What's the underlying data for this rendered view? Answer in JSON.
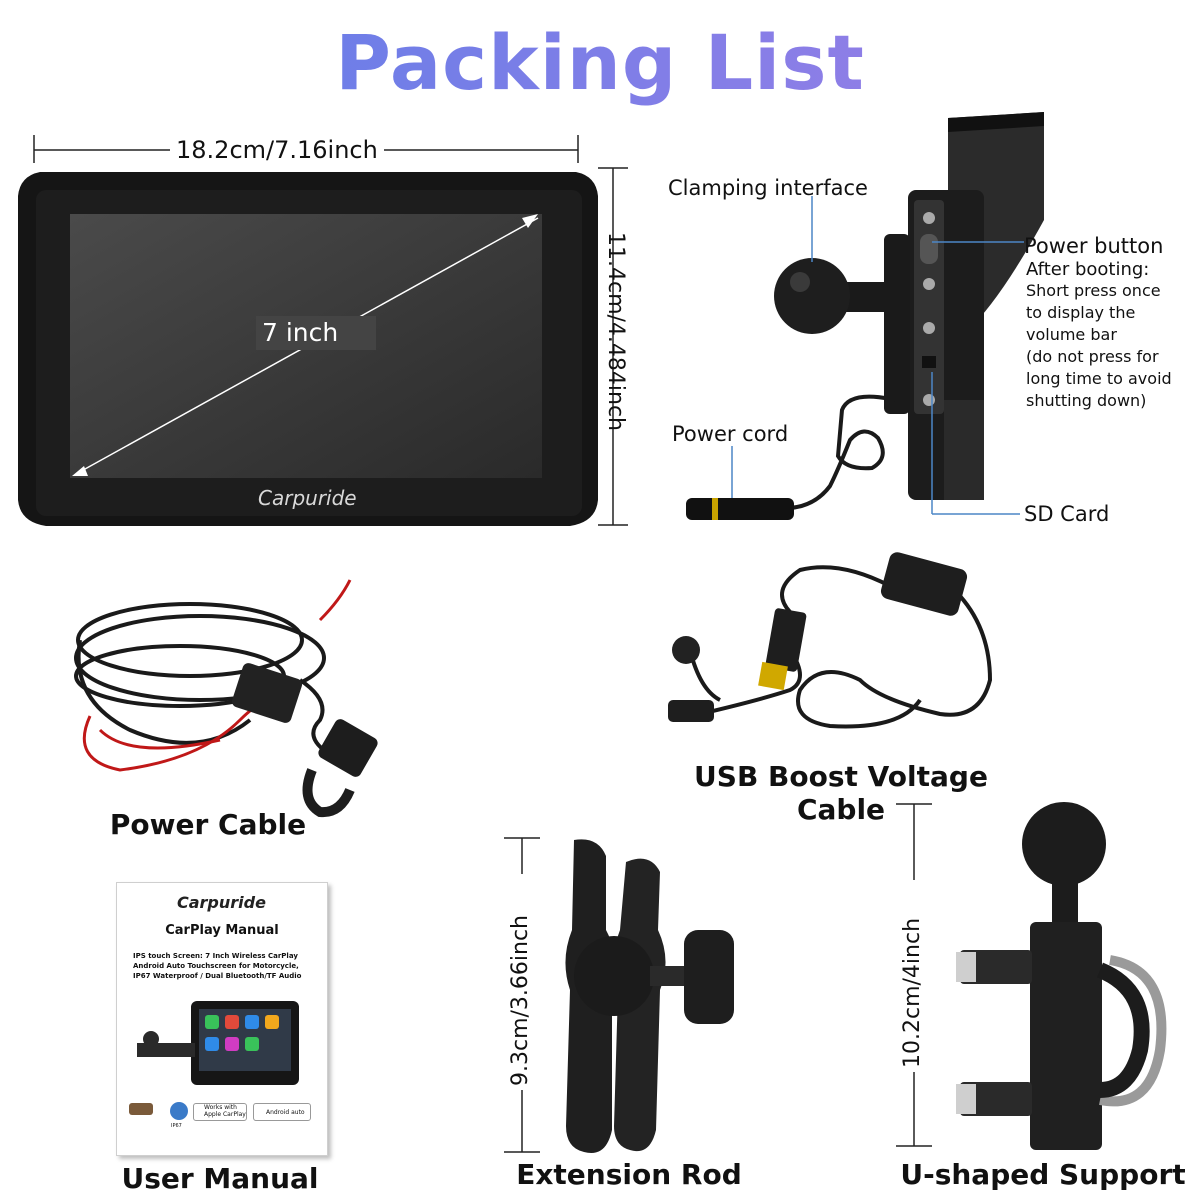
{
  "title": "Packing List",
  "screen": {
    "width_label": "18.2cm/7.16inch",
    "height_label": "11.4cm/4.484inch",
    "diagonal_label": "7 inch",
    "brand": "Carpuride"
  },
  "side_view": {
    "clamping_interface": "Clamping interface",
    "power_button": "Power button",
    "after_booting": "After booting:",
    "power_notes": [
      "Short press once",
      "to display the",
      "volume bar",
      "(do not press for",
      "long time to avoid",
      "shutting down)"
    ],
    "power_cord": "Power cord",
    "sd_card": "SD Card"
  },
  "items": {
    "power_cable": "Power Cable",
    "usb_cable": "USB Boost Voltage Cable",
    "user_manual": "User Manual",
    "extension_rod": "Extension Rod",
    "u_support": "U-shaped Support"
  },
  "manual": {
    "brand": "Carpuride",
    "heading": "CarPlay Manual",
    "desc": [
      "IPS touch Screen: 7 Inch Wireless CarPlay",
      "Android Auto Touchscreen for Motorcycle,",
      "IP67  Waterproof / Dual Bluetooth/TF Audio"
    ],
    "badge_ip": "IP67",
    "badge_carplay_top": "Works with",
    "badge_carplay": "Apple CarPlay",
    "badge_android": "Android auto"
  },
  "dimensions": {
    "rod": "9.3cm/3.66inch",
    "support": "10.2cm/4inch"
  }
}
